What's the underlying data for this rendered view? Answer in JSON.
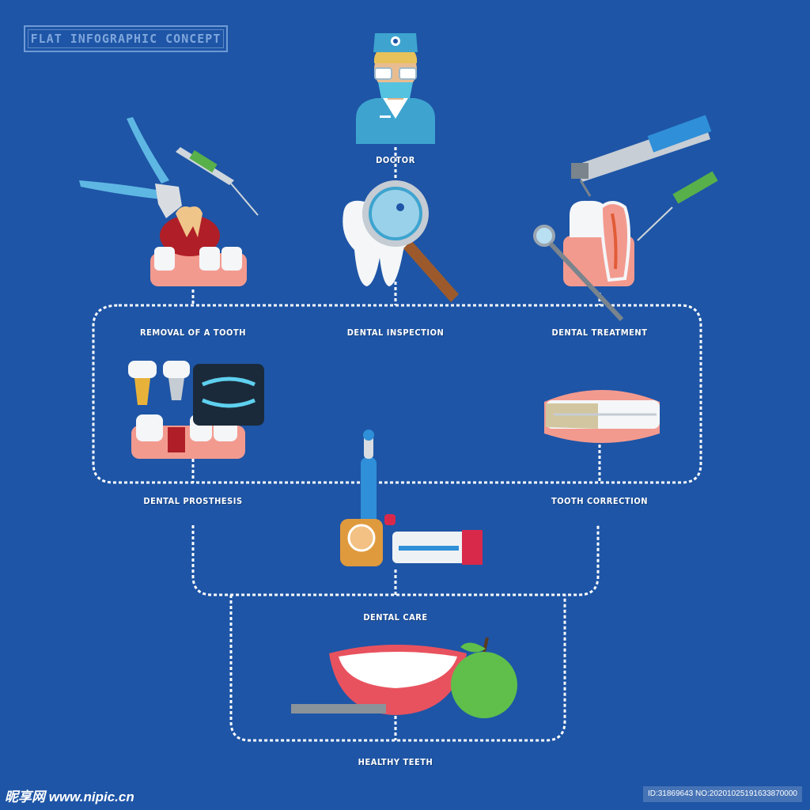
{
  "title": "FLAT INFOGRAPHIC CONCEPT",
  "labels": {
    "doctor": "DOCTOR",
    "removal": "REMOVAL OF A TOOTH",
    "inspection": "DENTAL INSPECTION",
    "treatment": "DENTAL TREATMENT",
    "prosthesis": "DENTAL PROSTHESIS",
    "correction": "TOOTH CORRECTION",
    "care": "DENTAL CARE",
    "healthy": "HEALTHY TEETH"
  },
  "watermark": {
    "site": "昵享网 www.nipic.cn",
    "id": "ID:31869643 NO:20201025191633870000"
  },
  "colors": {
    "background": "#1e55a6",
    "connector": "#ffffff",
    "gum": "#f08a8a",
    "tooth": "#f4f6f8"
  }
}
